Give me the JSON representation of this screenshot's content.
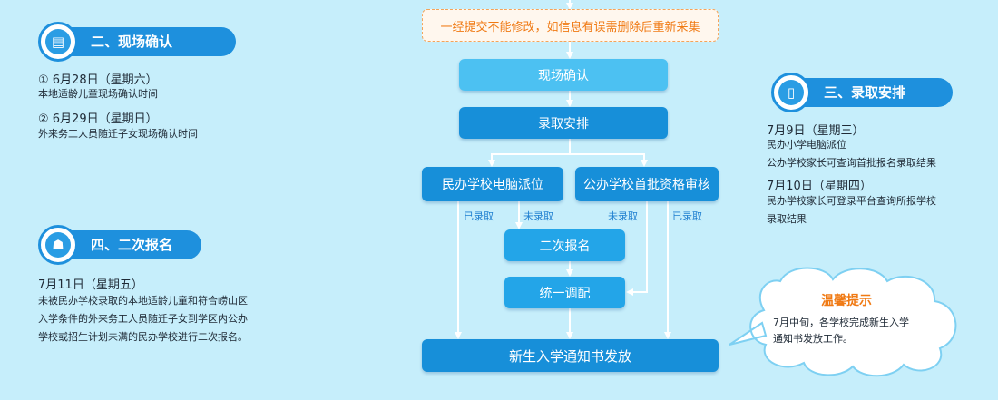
{
  "top_note": "一经提交不能修改，如信息有误需删除后重新采集",
  "flow": {
    "onsite": "现场确认",
    "admission": "录取安排",
    "private_lottery": "民办学校电脑派位",
    "public_review": "公办学校首批资格审核",
    "admitted_left": "已录取",
    "not_admitted_left": "未录取",
    "not_admitted_right": "未录取",
    "admitted_right": "已录取",
    "second_reg": "二次报名",
    "unified_alloc": "统一调配",
    "notice": "新生入学通知书发放"
  },
  "section2": {
    "title": "二、现场确认",
    "icon": "desk-icon",
    "line1": "① 6月28日（星期六）",
    "line2": "本地适龄儿童现场确认时间",
    "line3": "② 6月29日（星期日）",
    "line4": "外来务工人员随迁子女现场确认时间"
  },
  "section3": {
    "title": "三、录取安排",
    "icon": "document-icon",
    "line1": "7月9日（星期三）",
    "line2": "民办小学电脑派位",
    "line3": "公办学校家长可查询首批报名录取结果",
    "line4": "7月10日（星期四）",
    "line5": "民办学校家长可登录平台查询所报学校",
    "line6": "录取结果"
  },
  "section4": {
    "title": "四、二次报名",
    "icon": "reading-person-icon",
    "line1": "7月11日（星期五）",
    "line2": "未被民办学校录取的本地适龄儿童和符合崂山区",
    "line3": "入学条件的外来务工人员随迁子女到学区内公办",
    "line4": "学校或招生计划未满的民办学校进行二次报名。"
  },
  "tip": {
    "title": "温馨提示",
    "line1": "7月中旬，各学校完成新生入学",
    "line2": "通知书发放工作。"
  },
  "colors": {
    "background": "#c6eefb",
    "primary": "#1e90dd",
    "accent": "#f07a14",
    "label": "#1f7fd0"
  }
}
